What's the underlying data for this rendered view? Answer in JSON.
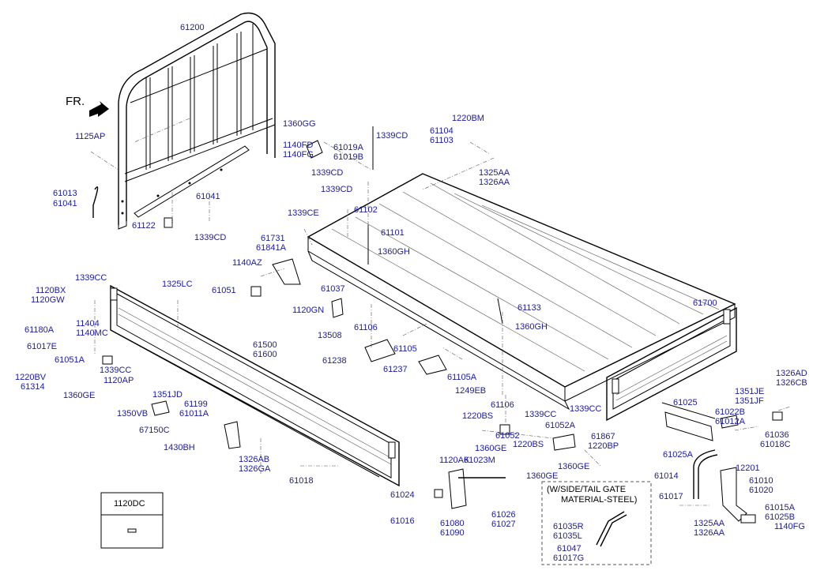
{
  "diagram": {
    "fr_label": "FR.",
    "inset_note_line1": "(W/SIDE/TAIL GATE",
    "inset_note_line2": "MATERIAL-STEEL)",
    "box_label": "1120DC",
    "parts": [
      {
        "id": "61200",
        "code": "61200"
      },
      {
        "id": "1125ap",
        "code": "1125AP"
      },
      {
        "id": "61013",
        "code": "61013"
      },
      {
        "id": "61041a",
        "code": "61041"
      },
      {
        "id": "61041b",
        "code": "61041"
      },
      {
        "id": "61122",
        "code": "61122"
      },
      {
        "id": "1339cd-a",
        "code": "1339CD"
      },
      {
        "id": "1360gg",
        "code": "1360GG"
      },
      {
        "id": "1140fd",
        "code": "1140FD"
      },
      {
        "id": "1140fg-a",
        "code": "1140FG"
      },
      {
        "id": "61019a",
        "code": "61019A"
      },
      {
        "id": "61019b",
        "code": "61019B"
      },
      {
        "id": "1339cd-b",
        "code": "1339CD"
      },
      {
        "id": "1339cd-c",
        "code": "1339CD"
      },
      {
        "id": "1339cd-d",
        "code": "1339CD"
      },
      {
        "id": "61104",
        "code": "61104"
      },
      {
        "id": "61103",
        "code": "61103"
      },
      {
        "id": "1220bm",
        "code": "1220BM"
      },
      {
        "id": "1325aa-a",
        "code": "1325AA"
      },
      {
        "id": "1326aa-a",
        "code": "1326AA"
      },
      {
        "id": "1339ce",
        "code": "1339CE"
      },
      {
        "id": "61102",
        "code": "61102"
      },
      {
        "id": "61101",
        "code": "61101"
      },
      {
        "id": "61731",
        "code": "61731"
      },
      {
        "id": "61841a",
        "code": "61841A"
      },
      {
        "id": "1360gh-a",
        "code": "1360GH"
      },
      {
        "id": "1140az",
        "code": "1140AZ"
      },
      {
        "id": "61051",
        "code": "61051"
      },
      {
        "id": "61037",
        "code": "61037"
      },
      {
        "id": "1120gn",
        "code": "1120GN"
      },
      {
        "id": "13508",
        "code": "13508"
      },
      {
        "id": "61106a",
        "code": "61106"
      },
      {
        "id": "61133",
        "code": "61133"
      },
      {
        "id": "1360gh-b",
        "code": "1360GH"
      },
      {
        "id": "61105",
        "code": "61105"
      },
      {
        "id": "61238",
        "code": "61238"
      },
      {
        "id": "61237",
        "code": "61237"
      },
      {
        "id": "61105a",
        "code": "61105A"
      },
      {
        "id": "1249eb",
        "code": "1249EB"
      },
      {
        "id": "61700",
        "code": "61700"
      },
      {
        "id": "1120bx",
        "code": "1120BX"
      },
      {
        "id": "1120gw",
        "code": "1120GW"
      },
      {
        "id": "1339cc-a",
        "code": "1339CC"
      },
      {
        "id": "1325lc",
        "code": "1325LC"
      },
      {
        "id": "11404",
        "code": "11404"
      },
      {
        "id": "1140mc",
        "code": "1140MC"
      },
      {
        "id": "61180a",
        "code": "61180A"
      },
      {
        "id": "61017e",
        "code": "61017E"
      },
      {
        "id": "61500",
        "code": "61500"
      },
      {
        "id": "61600",
        "code": "61600"
      },
      {
        "id": "61051a",
        "code": "61051A"
      },
      {
        "id": "1339cc-b",
        "code": "1339CC"
      },
      {
        "id": "1220bv",
        "code": "1220BV"
      },
      {
        "id": "61314",
        "code": "61314"
      },
      {
        "id": "1120ap",
        "code": "1120AP"
      },
      {
        "id": "1360ge-a",
        "code": "1360GE"
      },
      {
        "id": "1351jd",
        "code": "1351JD"
      },
      {
        "id": "1350vb",
        "code": "1350VB"
      },
      {
        "id": "61199",
        "code": "61199"
      },
      {
        "id": "61011a",
        "code": "61011A"
      },
      {
        "id": "67150c",
        "code": "67150C"
      },
      {
        "id": "1430bh",
        "code": "1430BH"
      },
      {
        "id": "1326ab",
        "code": "1326AB"
      },
      {
        "id": "1326ga",
        "code": "1326GA"
      },
      {
        "id": "61018",
        "code": "61018"
      },
      {
        "id": "61106b",
        "code": "61106"
      },
      {
        "id": "1220bs-a",
        "code": "1220BS"
      },
      {
        "id": "1339cc-c",
        "code": "1339CC"
      },
      {
        "id": "1339cc-d",
        "code": "1339CC"
      },
      {
        "id": "61052a",
        "code": "61052A"
      },
      {
        "id": "61052",
        "code": "61052"
      },
      {
        "id": "1360ge-b",
        "code": "1360GE"
      },
      {
        "id": "1220bs-b",
        "code": "1220BS"
      },
      {
        "id": "61867",
        "code": "61867"
      },
      {
        "id": "1220bp",
        "code": "1220BP"
      },
      {
        "id": "1360ge-c",
        "code": "1360GE"
      },
      {
        "id": "1360ge-d",
        "code": "1360GE"
      },
      {
        "id": "1120ak",
        "code": "1120AK"
      },
      {
        "id": "61023m",
        "code": "61023M"
      },
      {
        "id": "61024",
        "code": "61024"
      },
      {
        "id": "61016",
        "code": "61016"
      },
      {
        "id": "61080",
        "code": "61080"
      },
      {
        "id": "61090",
        "code": "61090"
      },
      {
        "id": "61026",
        "code": "61026"
      },
      {
        "id": "61027",
        "code": "61027"
      },
      {
        "id": "61035r",
        "code": "61035R"
      },
      {
        "id": "61035l",
        "code": "61035L"
      },
      {
        "id": "61047",
        "code": "61047"
      },
      {
        "id": "61017g",
        "code": "61017G"
      },
      {
        "id": "61025",
        "code": "61025"
      },
      {
        "id": "61025a",
        "code": "61025A"
      },
      {
        "id": "1351je",
        "code": "1351JE"
      },
      {
        "id": "1351jf",
        "code": "1351JF"
      },
      {
        "id": "61022b",
        "code": "61022B"
      },
      {
        "id": "61012a",
        "code": "61012A"
      },
      {
        "id": "1326ad",
        "code": "1326AD"
      },
      {
        "id": "1326cb",
        "code": "1326CB"
      },
      {
        "id": "61036",
        "code": "61036"
      },
      {
        "id": "61018c",
        "code": "61018C"
      },
      {
        "id": "61014",
        "code": "61014"
      },
      {
        "id": "12201",
        "code": "12201"
      },
      {
        "id": "61010",
        "code": "61010"
      },
      {
        "id": "61020",
        "code": "61020"
      },
      {
        "id": "61017",
        "code": "61017"
      },
      {
        "id": "1325aa-b",
        "code": "1325AA"
      },
      {
        "id": "1326aa-b",
        "code": "1326AA"
      },
      {
        "id": "61015a",
        "code": "61015A"
      },
      {
        "id": "61025b",
        "code": "61025B"
      },
      {
        "id": "1140fg-b",
        "code": "1140FG"
      }
    ]
  }
}
